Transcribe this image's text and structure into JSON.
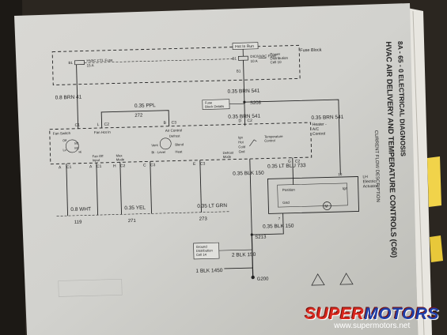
{
  "page_header": {
    "section": "8A - 65 - 0   ELECTRICAL DIAGNOSIS",
    "title": "HVAC AIR DELIVERY AND TEMPERATURE CONTROLS (C60)",
    "subtitle": "CURRENT FLOW DESCRIPTION"
  },
  "top": {
    "hot_in_run": "Hot In Run",
    "fuse_block": "Fuse Block",
    "hvac_fuse": [
      "B1",
      "HVAC CTL Fuse",
      "15 A"
    ],
    "dic_fuse": [
      "B1",
      "DIC/HVAC Fuse",
      "10 A"
    ],
    "power_dist": [
      "Power",
      "Distribution",
      "Cell 10"
    ],
    "fuse_block_details": [
      "Fuse",
      "Block Details",
      "Cell 11"
    ],
    "pin_b1": "B1"
  },
  "wires": {
    "w1": "0.8 BRN  41",
    "w2": "0.35 PPL",
    "w2n": "272",
    "w3": "0.35 BRN  541",
    "w4": "0.35 BRN  541",
    "w5": "0.35 BRN  541",
    "s208": "S208",
    "w6": "0.8 WHT",
    "w6n": "119",
    "w7": "0.35 YEL",
    "w7n": "271",
    "w8": "0.35 LT GRN",
    "w8n": "273",
    "w9": "0.35 BLK  150",
    "w10": "0.35 LT BLU  733",
    "w11": "0.35 BLK  150",
    "s213": "S213",
    "w12": "2 BLK  150",
    "w13": "1 BLK  1450",
    "g200": "G200"
  },
  "control": {
    "fan_switch": "Fan Switch",
    "fan_hot_in": "Fan Hot In",
    "air_control": "Air Control",
    "defrost": "Defrost",
    "vent": "Vent",
    "blend": "Blend",
    "bi_level": "Bi - Level",
    "heat": "Heat",
    "off": "Off",
    "lo": "Lo",
    "m1": "M1",
    "m2": "M2",
    "hi": "Hi",
    "fan_off_input": [
      "Fan Off",
      "Input"
    ],
    "max_mode": [
      "Max",
      "Mode"
    ],
    "defrost_mode": [
      "Defrost",
      "Mode"
    ],
    "ign": "Ign",
    "hot": "Hot",
    "cold": "Cold",
    "gnd": "Gnd",
    "temp_control": [
      "Temperature",
      "Control"
    ],
    "heater_ac": [
      "Heater -",
      "A/C",
      "Control"
    ]
  },
  "pins": [
    "L",
    "C2",
    "B",
    "C3",
    "D",
    "C2",
    "C1",
    "A",
    "C2",
    "C1",
    "A",
    "C1",
    "H",
    "C2",
    "C",
    "C3",
    "E",
    "C3",
    "G",
    "C2"
  ],
  "actuator": {
    "title": [
      "LH",
      "Electric",
      "Actuator"
    ],
    "position": "Position",
    "gnd": "Gnd",
    "ign": "Ign",
    "pin10": "10",
    "pin7": "7",
    "motor": "M"
  },
  "ground_dist": [
    "Ground",
    "Distribution",
    "Cell 14"
  ],
  "watermark": {
    "brand_a": "SUPER",
    "brand_b": "MOTORS",
    "url": "www.supermotors.net"
  }
}
